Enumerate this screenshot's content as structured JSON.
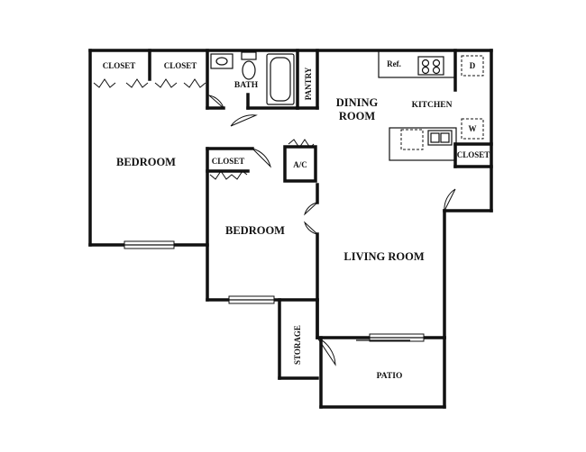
{
  "rooms": {
    "closet_1": "CLOSET",
    "closet_2": "CLOSET",
    "bath": "BATH",
    "pantry": "PANTRY",
    "dining_line1": "DINING",
    "dining_line2": "ROOM",
    "kitchen": "KITCHEN",
    "refrigerator": "Ref.",
    "dishwasher": "D",
    "washer": "W",
    "closet_kitchen": "CLOSET",
    "bedroom_1": "BEDROOM",
    "closet_3": "CLOSET",
    "ac": "A/C",
    "bedroom_2": "BEDROOM",
    "living_room": "LIVING ROOM",
    "storage": "STORAGE",
    "patio": "PATIO"
  }
}
